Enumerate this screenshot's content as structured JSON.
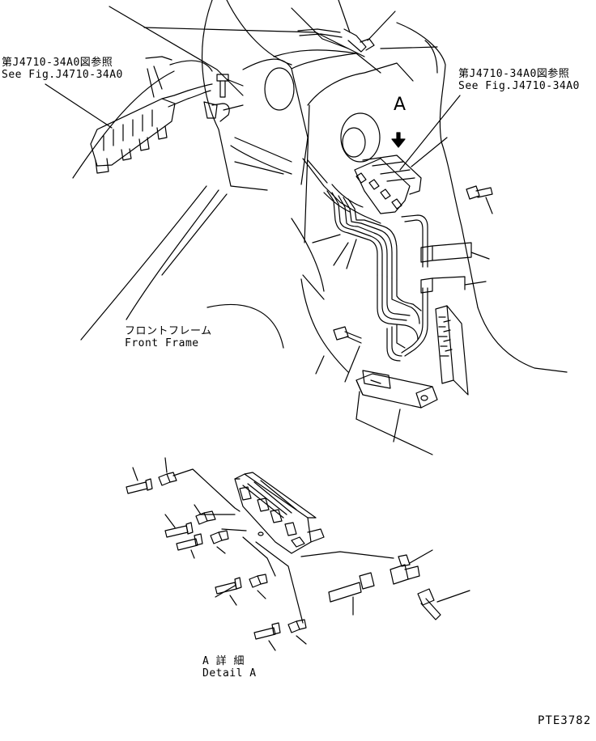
{
  "refs": {
    "left": {
      "jp": "第J4710-34A0図参照",
      "en": "See Fig.J4710-34A0"
    },
    "right": {
      "jp": "第J4710-34A0図参照",
      "en": "See Fig.J4710-34A0"
    }
  },
  "callout": {
    "letter": "A"
  },
  "frame": {
    "jp": "フロントフレーム",
    "en": "Front Frame"
  },
  "detail": {
    "jp": "A 詳 細",
    "en": "Detail A"
  },
  "part_number": "PTE3782"
}
